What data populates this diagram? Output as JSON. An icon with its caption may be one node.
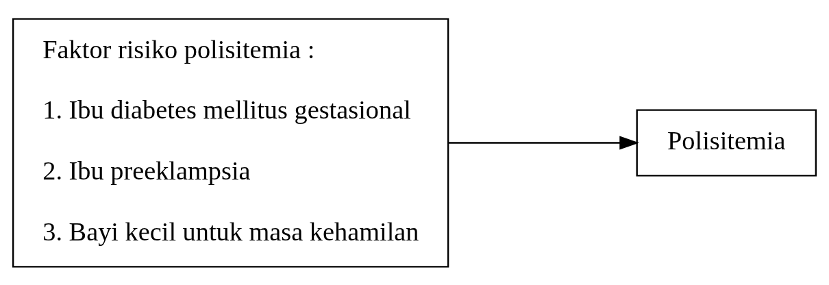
{
  "diagram": {
    "nodes": [
      {
        "text": [
          "Faktor risiko polisitemia :",
          "1. Ibu diabetes mellitus gestasional",
          "2. Ibu preeklampsia",
          "3. Bayi kecil untuk masa kehamilan"
        ]
      },
      {
        "text": [
          "Polisitemia"
        ]
      }
    ],
    "edges": [
      {
        "from": 0,
        "to": 1,
        "arrow": "to"
      }
    ]
  }
}
